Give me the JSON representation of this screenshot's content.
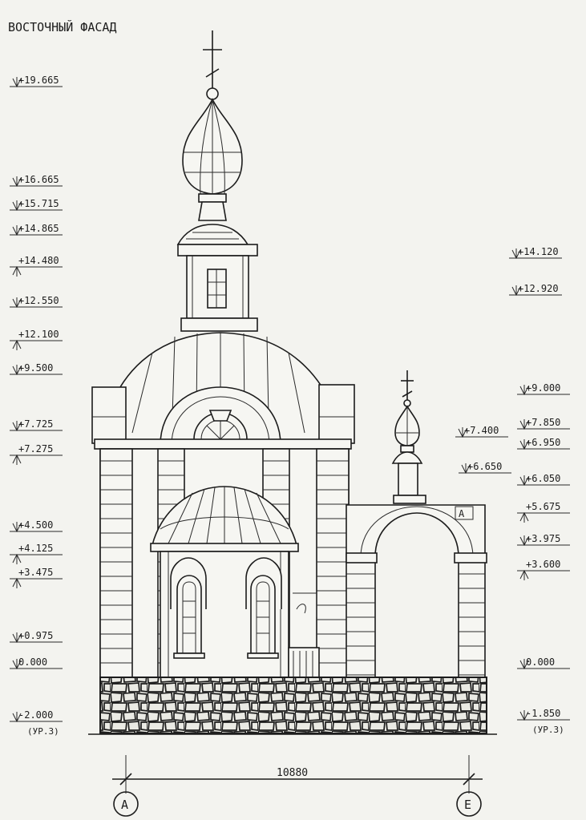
{
  "title": "ВОСТОЧНЫЙ ФАСАД",
  "left_levels": [
    "+19.665",
    "+16.665",
    "+15.715",
    "+14.865",
    "+14.480",
    "+12.550",
    "+12.100",
    "+9.500",
    "+7.725",
    "+7.275",
    "+4.500",
    "+4.125",
    "+3.475",
    "+0.975",
    "0.000",
    "-2.000",
    "(УР.З)"
  ],
  "right_levels": [
    "+14.120",
    "+12.920",
    "+9.000",
    "+7.850",
    "+7.400",
    "+6.950",
    "+6.650",
    "+6.050",
    "+5.675",
    "+3.975",
    "+3.600",
    "0.000",
    "-1.850",
    "(УР.З)"
  ],
  "dimension": "10880",
  "axes": [
    "А",
    "Е"
  ],
  "arch_label": "А",
  "colors": {
    "ink": "#1c1c1c",
    "paper": "#f3f3ef"
  }
}
